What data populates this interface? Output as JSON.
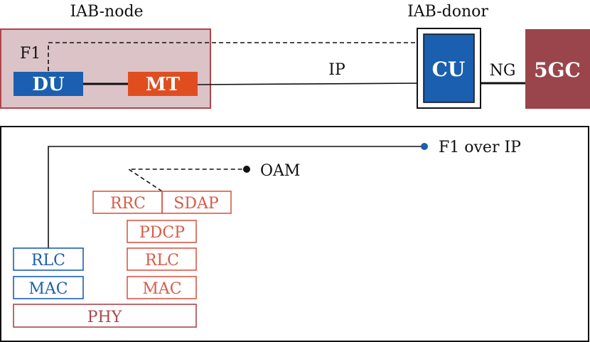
{
  "top": {
    "iab_node_title": "IAB-node",
    "iab_donor_title": "IAB-donor",
    "f1_label": "F1",
    "du_label": "DU",
    "mt_label": "MT",
    "ip_label": "IP",
    "cu_label": "CU",
    "ng_label": "NG",
    "core_label": "5GC"
  },
  "stack": {
    "f1_over_ip_label": "F1 over IP",
    "oam_label": "OAM",
    "du_stack": [
      "RLC",
      "MAC"
    ],
    "mt_stack": {
      "rrc": "RRC",
      "sdap": "SDAP",
      "pdcp": "PDCP",
      "rlc": "RLC",
      "mac": "MAC"
    },
    "phy_label": "PHY"
  },
  "colors": {
    "blue": "#1a5fb0",
    "orange": "#e04e1f",
    "node_fill": "#dcc3c7",
    "node_border": "#b0454d",
    "core": "#9a454b",
    "red_outline": "#d85a48",
    "phy_outline": "#a8484c"
  }
}
